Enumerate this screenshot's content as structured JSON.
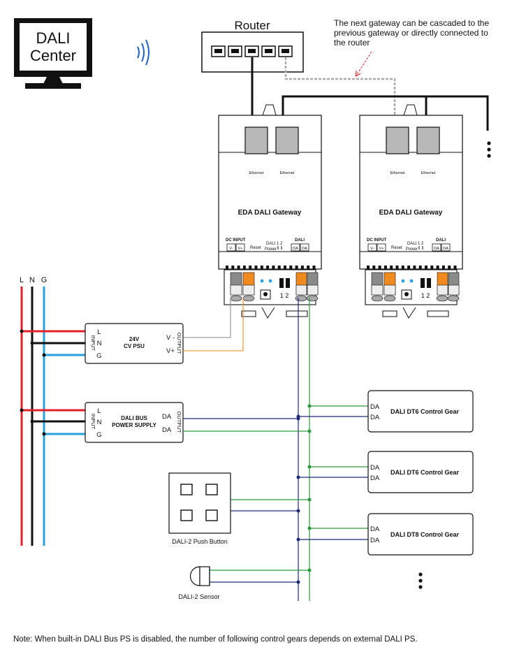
{
  "center": {
    "line1": "DALI",
    "line2": "Center"
  },
  "router": {
    "title": "Router"
  },
  "cascade_note": {
    "line1": "The next gateway can be cascaded to the",
    "line2": "previous gateway or directly connected to",
    "line3": "the router"
  },
  "gateway": {
    "title": "EDA DALI Gateway",
    "ethernet": "Ethernet",
    "dc_input": "DC INPUT",
    "v_minus": "V-",
    "v_plus": "V+",
    "reset": "Reset",
    "dali_power_1": "DALI",
    "dali_power_2": "Power",
    "one_two": "1 2",
    "dali": "DALI",
    "da": "DA",
    "switch_labels": "1 2"
  },
  "mains": {
    "l": "L",
    "n": "N",
    "g": "G"
  },
  "psu": {
    "input": "INPUT",
    "output": "OUTPUT",
    "line1": "24V",
    "line2": "CV PSU",
    "l": "L",
    "n": "N",
    "g": "G",
    "v_minus": "V -",
    "v_plus": "V+"
  },
  "bus_ps": {
    "input": "INPUT",
    "output": "OUTPUT",
    "line1": "DALI BUS",
    "line2": "POWER SUPPLY",
    "l": "L",
    "n": "N",
    "g": "G",
    "da": "DA"
  },
  "gears": [
    {
      "da1": "DA",
      "da2": "DA",
      "label": "DALI DT6 Control Gear"
    },
    {
      "da1": "DA",
      "da2": "DA",
      "label": "DALI DT6 Control Gear"
    },
    {
      "da1": "DA",
      "da2": "DA",
      "label": "DALI DT8 Control Gear"
    }
  ],
  "push_button": {
    "label": "DALI-2 Push Button"
  },
  "sensor": {
    "label": "DALI-2 Sensor"
  },
  "note": "Note: When built-in DALI Bus PS is disabled, the number of following control gears depends on external DALI PS.",
  "colors": {
    "red": "#e2202a",
    "black": "#111111",
    "blue": "#2aa0dd",
    "green": "#2a9a3c",
    "navy": "#1c2a78",
    "orange": "#f08a1e",
    "gray": "#8a8a8a",
    "light_gray": "#b8b8b8"
  }
}
